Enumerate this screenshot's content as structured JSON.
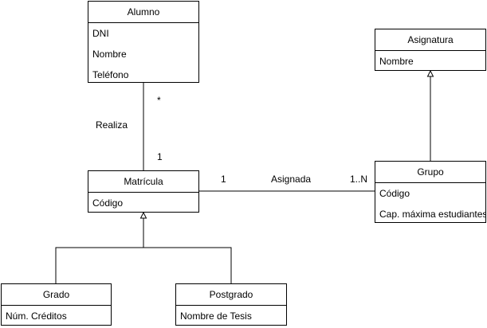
{
  "classes": {
    "alumno": {
      "name": "Alumno",
      "attributes": [
        "DNI",
        "Nombre",
        "Teléfono"
      ]
    },
    "asignatura": {
      "name": "Asignatura",
      "attributes": [
        "Nombre"
      ]
    },
    "matricula": {
      "name": "Matrícula",
      "attributes": [
        "Código"
      ]
    },
    "grupo": {
      "name": "Grupo",
      "attributes": [
        "Código",
        "Cap. máxima estudiantes"
      ]
    },
    "grado": {
      "name": "Grado",
      "attributes": [
        "Núm. Créditos"
      ]
    },
    "postgrado": {
      "name": "Postgrado",
      "attributes": [
        "Nombre de Tesis"
      ]
    }
  },
  "associations": {
    "realiza": {
      "name": "Realiza",
      "alumno_multiplicity": "*",
      "matricula_multiplicity": "1"
    },
    "asignada": {
      "name": "Asignada",
      "matricula_multiplicity": "1",
      "grupo_multiplicity": "1..N"
    }
  }
}
